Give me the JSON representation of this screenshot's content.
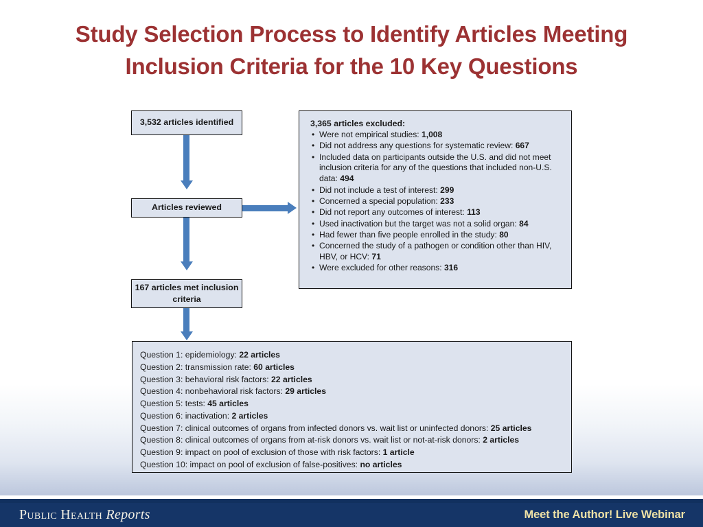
{
  "slide": {
    "title": "Study Selection Process to Identify Articles Meeting Inclusion Criteria for the 10 Key Questions",
    "title_color": "#9c3233"
  },
  "flow": {
    "box_identified": "3,532  articles identified",
    "box_reviewed": "Articles reviewed",
    "box_met": "167  articles met inclusion criteria",
    "connector_color": "#4a7ebc",
    "box_fill": "#dde3ee",
    "box_border": "#141414"
  },
  "excluded": {
    "heading": "3,365  articles excluded:",
    "items": [
      {
        "bullet": "•",
        "text": "Were not empirical studies: ",
        "value": "1,008"
      },
      {
        "bullet": "•",
        "text": "Did not address any questions for systematic review: ",
        "value": "667"
      },
      {
        "bullet": "•",
        "text": "Included data on participants outside the U.S. and did not meet inclusion criteria for any of the questions that included non-U.S. data: ",
        "value": "494"
      },
      {
        "bullet": "•",
        "text": "Did not include a test of interest: ",
        "value": "299"
      },
      {
        "bullet": "•",
        "text": "Concerned a special population: ",
        "value": "233"
      },
      {
        "bullet": "•",
        "text": "Did not report any outcomes of interest: ",
        "value": "113"
      },
      {
        "bullet": "•",
        "text": "Used inactivation but the target was not a solid organ: ",
        "value": "84"
      },
      {
        "bullet": "•",
        "text": "Had fewer than five people enrolled in the study: ",
        "value": "80"
      },
      {
        "bullet": "•",
        "text": "Concerned the study of a pathogen or condition other than HIV, HBV, or HCV: ",
        "value": "71"
      },
      {
        "bullet": "•",
        "text": "Were excluded for other reasons: ",
        "value": "316"
      }
    ]
  },
  "questions": {
    "items": [
      {
        "label": "Question 1: epidemiology: ",
        "value": "22 articles"
      },
      {
        "label": "Question 2: transmission rate: ",
        "value": "60 articles"
      },
      {
        "label": "Question 3: behavioral risk factors: ",
        "value": "22  articles"
      },
      {
        "label": "Question 4: nonbehavioral risk factors: ",
        "value": "29  articles"
      },
      {
        "label": "Question 5: tests: ",
        "value": "45 articles"
      },
      {
        "label": "Question 6: inactivation: ",
        "value": "2 articles"
      },
      {
        "label": "Question 7: clinical outcomes of organs from infected donors vs. wait list or uninfected donors: ",
        "value": "25 articles"
      },
      {
        "label": "Question 8: clinical outcomes of organs from at-risk donors vs. wait list or not-at-risk donors: ",
        "value": "2 articles"
      },
      {
        "label": "Question 9: impact on pool of exclusion of those with risk factors: ",
        "value": "1 article"
      },
      {
        "label": "Question 10:  impact on pool of exclusion of false-positives: ",
        "value": "no articles"
      }
    ]
  },
  "footer": {
    "logo_primary": "Public Health",
    "logo_secondary": "Reports",
    "cta": "Meet the Author! Live Webinar",
    "background": "#153567",
    "cta_color": "#efe2a6"
  }
}
